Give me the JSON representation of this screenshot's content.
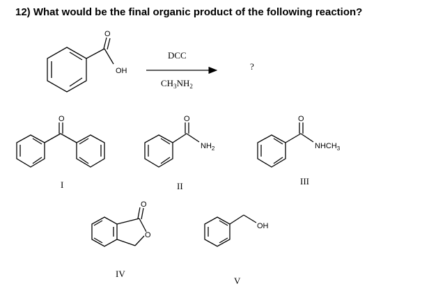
{
  "question": "12) What would be the final organic product of the following reaction?",
  "reaction": {
    "reagent_top": "DCC",
    "reagent_bottom_main": "CH",
    "reagent_bottom_sub1": "3",
    "reagent_bottom_mid": "NH",
    "reagent_bottom_sub2": "2",
    "product_placeholder": "?",
    "reactant_oh": "OH",
    "reactant_o": "O"
  },
  "choices": [
    {
      "label": "I",
      "o": "O"
    },
    {
      "label": "II",
      "o": "O",
      "group": "NH",
      "group_sub": "2"
    },
    {
      "label": "III",
      "o": "O",
      "group": "NHCH",
      "group_sub": "3"
    },
    {
      "label": "IV",
      "o": "O",
      "ring_o": "O"
    },
    {
      "label": "V",
      "group": "OH"
    }
  ]
}
